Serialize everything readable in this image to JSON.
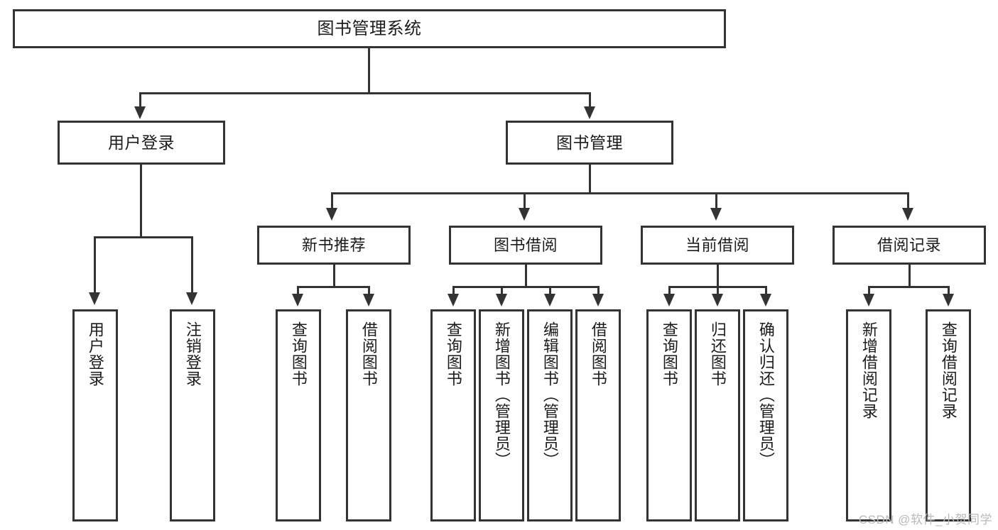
{
  "diagram": {
    "title": "图书管理系统",
    "type": "hierarchy-tree",
    "root": {
      "label": "图书管理系统"
    },
    "level2": [
      {
        "label": "用户登录"
      },
      {
        "label": "图书管理"
      }
    ],
    "level3": [
      {
        "label": "新书推荐"
      },
      {
        "label": "图书借阅"
      },
      {
        "label": "当前借阅"
      },
      {
        "label": "借阅记录"
      }
    ],
    "leaves": {
      "user_login": [
        {
          "label": "用户登录"
        },
        {
          "label": "注销登录"
        }
      ],
      "new_book_recommend": [
        {
          "label": "查询图书"
        },
        {
          "label": "借阅图书"
        }
      ],
      "book_borrow": [
        {
          "label": "查询图书"
        },
        {
          "label": "新增图书（管理员）"
        },
        {
          "label": "编辑图书（管理员）"
        },
        {
          "label": "借阅图书"
        }
      ],
      "current_borrow": [
        {
          "label": "查询图书"
        },
        {
          "label": "归还图书"
        },
        {
          "label": "确认归还（管理员）"
        }
      ],
      "borrow_record": [
        {
          "label": "新增借阅记录"
        },
        {
          "label": "查询借阅记录"
        }
      ]
    }
  },
  "watermark": {
    "text": "CSDN @软件_小贺同学"
  },
  "colors": {
    "stroke": "#333333",
    "fill": "#ffffff",
    "text": "#1b1b1b",
    "watermark": "#b9b9b9"
  }
}
